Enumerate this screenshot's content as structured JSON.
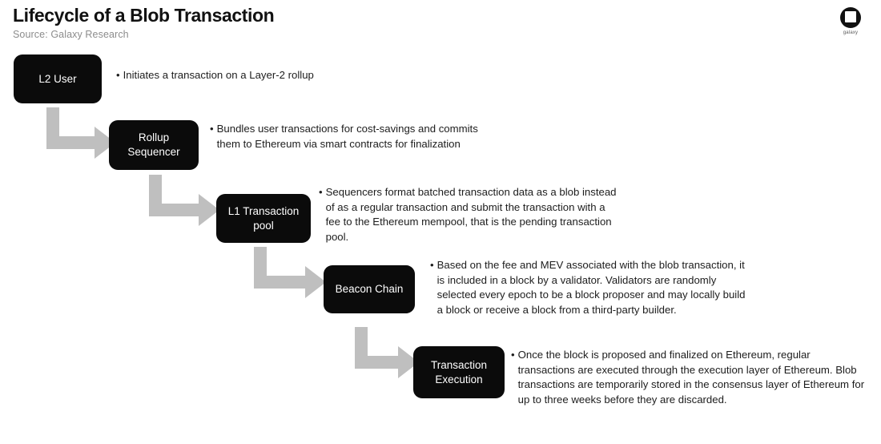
{
  "header": {
    "title": "Lifecycle of a Blob Transaction",
    "subtitle": "Source: Galaxy Research"
  },
  "logo": {
    "wordmark": "galaxy",
    "mark_name": "galaxy-logo-mark",
    "color": "#111111"
  },
  "colors": {
    "node_fill": "#0b0b0b",
    "node_text": "#ffffff",
    "arrow": "#bfbfbf",
    "body_text": "#1d1d1d",
    "subtitle_text": "#8c8c8c",
    "background": "#ffffff"
  },
  "flow": {
    "bullet_glyph": "•",
    "steps": [
      {
        "id": "l2-user",
        "label": "L2 User",
        "description": "Initiates a transaction on a Layer-2 rollup"
      },
      {
        "id": "rollup-sequencer",
        "label": "Rollup\nSequencer",
        "description": "Bundles user transactions for cost-savings and commits them to Ethereum via smart contracts for finalization"
      },
      {
        "id": "l1-transaction-pool",
        "label": "L1 Transaction\npool",
        "description": "Sequencers format batched transaction data as a blob instead of as a regular transaction and submit the transaction with a fee to the Ethereum mempool, that is the pending transaction pool."
      },
      {
        "id": "beacon-chain",
        "label": "Beacon Chain",
        "description": "Based on the fee and MEV associated with the blob transaction, it is included in a block by a validator. Validators are randomly selected every epoch to be a block proposer and may locally build a block or receive a block from a third-party builder."
      },
      {
        "id": "transaction-execution",
        "label": "Transaction\nExecution",
        "description": "Once the block is proposed and finalized on Ethereum, regular transactions are executed through the execution layer of Ethereum. Blob transactions are temporarily stored in the consensus layer of Ethereum for up to three weeks before they are discarded."
      }
    ],
    "connectors": [
      {
        "id": "connector-1",
        "from": "l2-user",
        "to": "rollup-sequencer",
        "shape": "elbow-down-right"
      },
      {
        "id": "connector-2",
        "from": "rollup-sequencer",
        "to": "l1-transaction-pool",
        "shape": "elbow-down-right"
      },
      {
        "id": "connector-3",
        "from": "l1-transaction-pool",
        "to": "beacon-chain",
        "shape": "elbow-down-right"
      },
      {
        "id": "connector-4",
        "from": "beacon-chain",
        "to": "transaction-execution",
        "shape": "elbow-down-right"
      }
    ]
  }
}
